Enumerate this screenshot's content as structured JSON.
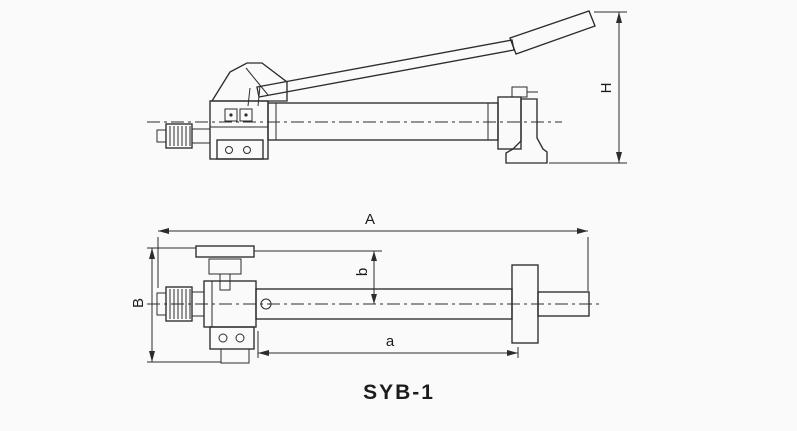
{
  "colors": {
    "background": "#fafafa",
    "line": "#2c2c2c",
    "dimension": "#2c2c2c",
    "text": "#1c1c1c"
  },
  "caption": "SYB-1",
  "dimensions": {
    "H": "H",
    "A": "A",
    "B": "B",
    "a": "a",
    "b": "b"
  }
}
